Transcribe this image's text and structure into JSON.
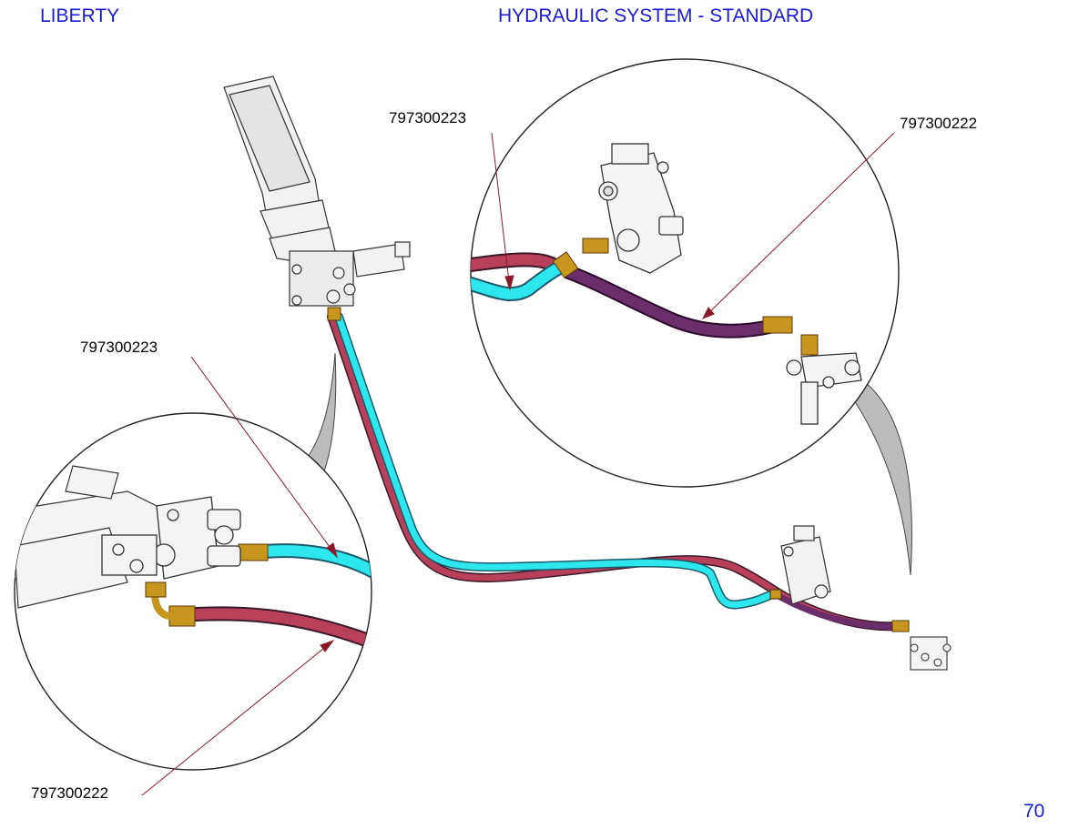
{
  "header": {
    "brand": "LIBERTY",
    "title": "HYDRAULIC SYSTEM - STANDARD"
  },
  "page_number": "70",
  "callouts": [
    {
      "id": "detail-top-cyan",
      "part_number": "797300223"
    },
    {
      "id": "detail-top-red",
      "part_number": "797300222"
    },
    {
      "id": "detail-left-cyan",
      "part_number": "797300223"
    },
    {
      "id": "detail-left-red",
      "part_number": "797300222"
    }
  ],
  "colors": {
    "header_text": "#1a1ad8",
    "hose_cyan": "#2ee6ee",
    "hose_red": "#b8405a",
    "hose_purple": "#6a2e6a",
    "fitting_brass": "#c8961e",
    "leader_line": "#8a1a2a"
  }
}
